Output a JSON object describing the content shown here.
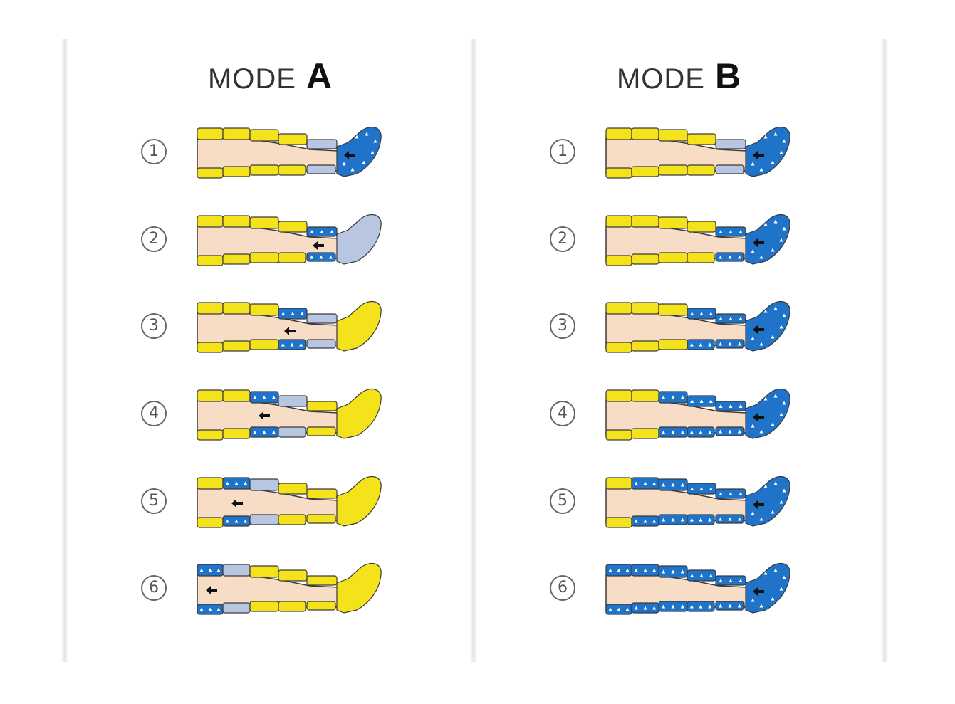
{
  "colors": {
    "skin": "#f7dcc6",
    "inactive": "#f4e21a",
    "active": "#1f73c9",
    "idle": "#b9c6e2",
    "outline": "#3a3a3a"
  },
  "panels": [
    {
      "mode_word": "MODE",
      "mode_letter": "A",
      "steps": [
        {
          "number": "1",
          "active": [
            "foot"
          ],
          "idle": [
            "calf"
          ],
          "arrow": "foot"
        },
        {
          "number": "2",
          "active": [
            "calf"
          ],
          "idle": [
            "foot"
          ],
          "arrow": "calf"
        },
        {
          "number": "3",
          "active": [
            "knee"
          ],
          "idle": [
            "calf"
          ],
          "arrow": "knee"
        },
        {
          "number": "4",
          "active": [
            "lowthigh"
          ],
          "idle": [
            "knee"
          ],
          "arrow": "lowthigh"
        },
        {
          "number": "5",
          "active": [
            "upthigh"
          ],
          "idle": [
            "lowthigh"
          ],
          "arrow": "upthigh"
        },
        {
          "number": "6",
          "active": [
            "hip"
          ],
          "idle": [
            "upthigh"
          ],
          "arrow": "hip"
        }
      ]
    },
    {
      "mode_word": "MODE",
      "mode_letter": "B",
      "steps": [
        {
          "number": "1",
          "active": [
            "foot"
          ],
          "idle": [
            "calf"
          ],
          "arrow": "foot"
        },
        {
          "number": "2",
          "active": [
            "foot",
            "calf"
          ],
          "idle": [],
          "arrow": "foot"
        },
        {
          "number": "3",
          "active": [
            "foot",
            "calf",
            "knee"
          ],
          "idle": [],
          "arrow": "foot"
        },
        {
          "number": "4",
          "active": [
            "foot",
            "calf",
            "knee",
            "lowthigh"
          ],
          "idle": [],
          "arrow": "foot"
        },
        {
          "number": "5",
          "active": [
            "foot",
            "calf",
            "knee",
            "lowthigh",
            "upthigh"
          ],
          "idle": [],
          "arrow": "foot"
        },
        {
          "number": "6",
          "active": [
            "foot",
            "calf",
            "knee",
            "lowthigh",
            "upthigh",
            "hip"
          ],
          "idle": [],
          "arrow": "foot"
        }
      ]
    }
  ]
}
